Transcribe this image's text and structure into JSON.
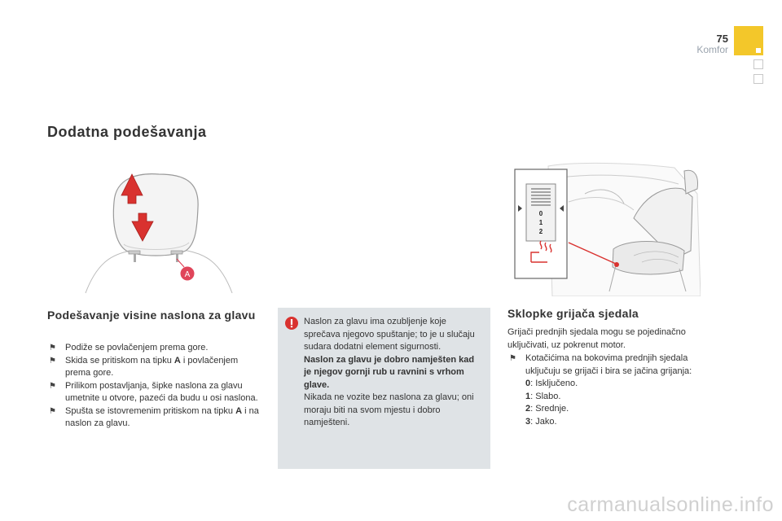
{
  "header": {
    "page_number": "75",
    "chapter": "Komfor"
  },
  "section_title": "Dodatna podešavanja",
  "headrest": {
    "callout": "A",
    "title": "Podešavanje visine naslona za glavu",
    "items": [
      {
        "parts": [
          "Podiže se povlačenjem prema gore."
        ]
      },
      {
        "parts": [
          "Skida se pritiskom na tipku ",
          "A",
          " i povlačenjem prema gore."
        ]
      },
      {
        "parts": [
          "Prilikom postavljanja, šipke naslona za glavu umetnite u otvore, pazeći da budu u osi naslona."
        ]
      },
      {
        "parts": [
          "Spušta se istovremenim pritiskom na tipku ",
          "A",
          " i na naslon za glavu."
        ]
      }
    ]
  },
  "warning": {
    "text1": "Naslon za glavu ima ozubljenje koje sprečava njegovo spuštanje; to je u slučaju sudara dodatni element sigurnosti.",
    "bold": "Naslon za glavu je dobro namješten kad je njegov gornji rub u ravnini s vrhom glave.",
    "text2": "Nikada ne vozite bez naslona za glavu; oni moraju biti na svom mjestu i dobro namješteni."
  },
  "seat_heating": {
    "title": "Sklopke grijača sjedala",
    "intro": "Grijači prednjih sjedala mogu se pojedinačno uključivati, uz pokrenut motor.",
    "bullet": "Kotačićima na bokovima prednjih sjedala uključuju se grijači i bira se jačina grijanja:",
    "levels": [
      {
        "key": "0",
        "label": ": Isključeno."
      },
      {
        "key": "1",
        "label": ": Slabo."
      },
      {
        "key": "2",
        "label": ": Srednje."
      },
      {
        "key": "3",
        "label": ": Jako."
      }
    ],
    "dial_marks": [
      "0",
      "1",
      "2"
    ]
  },
  "watermark": "carmanualsonline.info",
  "colors": {
    "tab": "#f3c72a",
    "arrow": "#d9322f",
    "callout": "#e0455a",
    "warning_bg": "#dfe3e6"
  }
}
